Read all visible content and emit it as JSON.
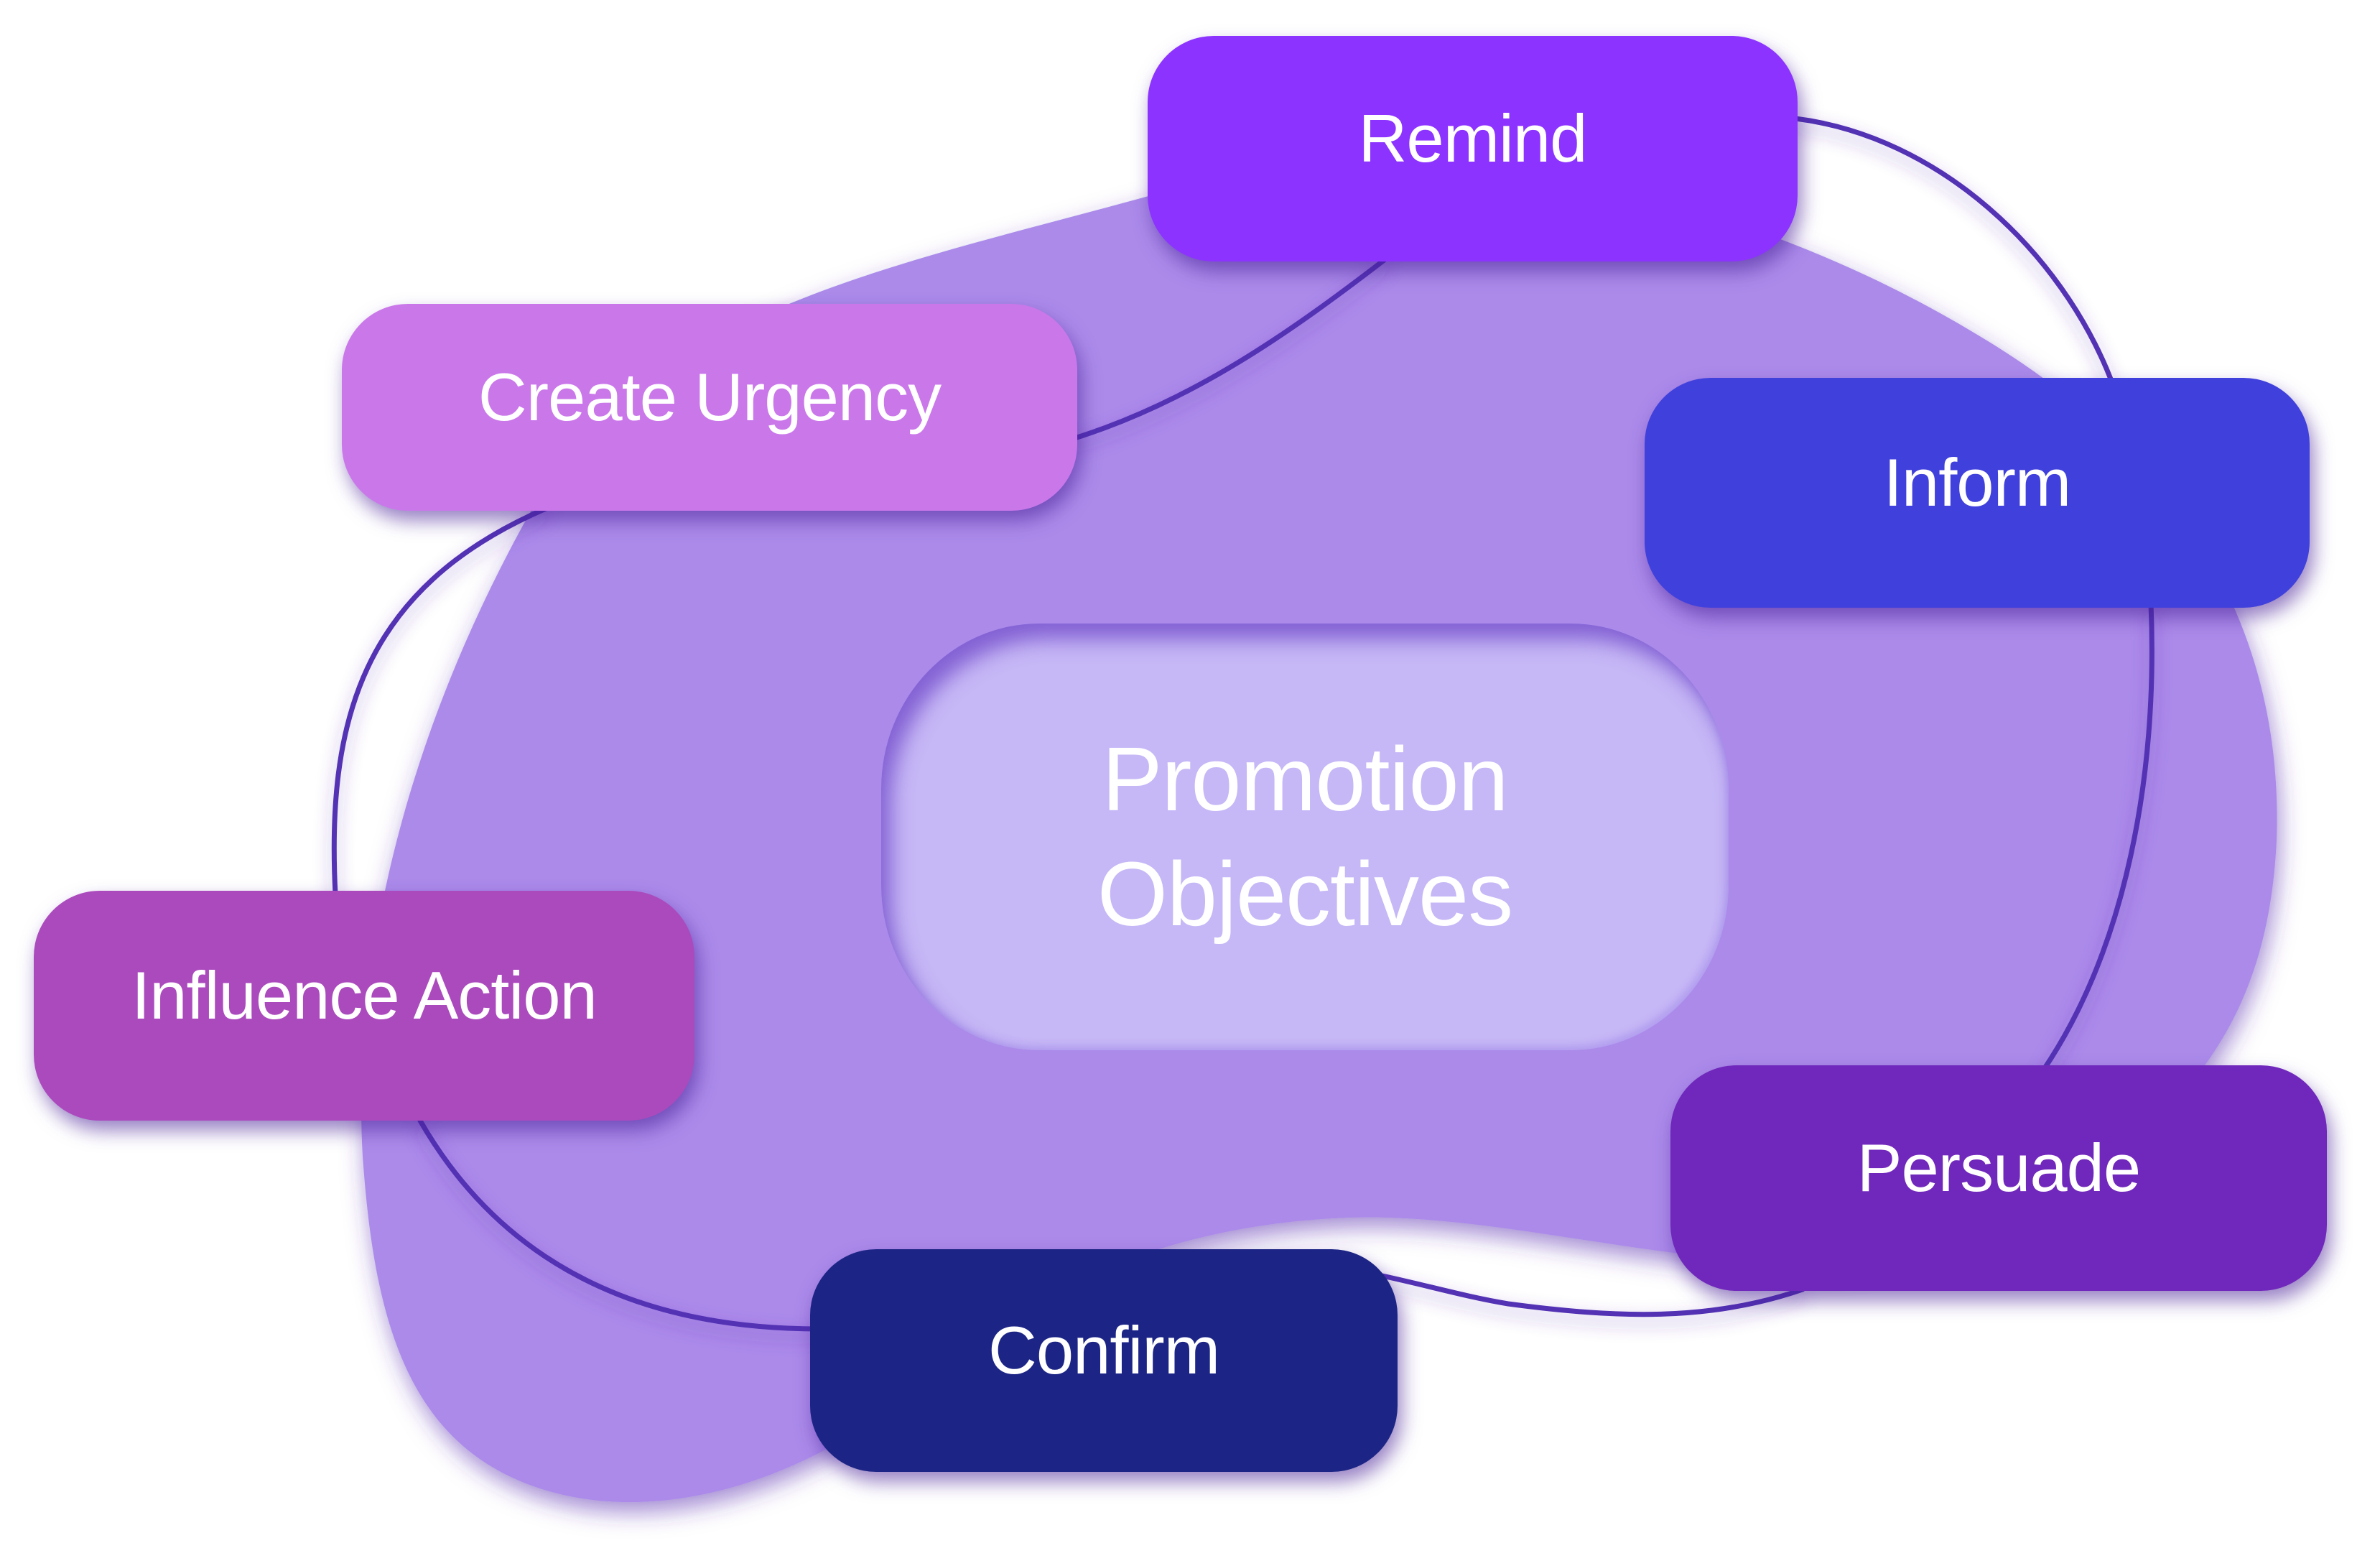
{
  "diagram": {
    "title": "Promotion Objectives",
    "center": {
      "line1": "Promotion",
      "line2": "Objectives",
      "fill": "#c6b7f6"
    },
    "background_blob_color": "#ab8aea",
    "connector_color": "#5330b4",
    "nodes": [
      {
        "id": "remind",
        "label": "Remind",
        "color": "#8c33ff"
      },
      {
        "id": "inform",
        "label": "Inform",
        "color": "#4040dc"
      },
      {
        "id": "persuade",
        "label": "Persuade",
        "color": "#7027bb"
      },
      {
        "id": "confirm",
        "label": "Confirm",
        "color": "#1c2585"
      },
      {
        "id": "influence",
        "label": "Influence Action",
        "color": "#ab4abd"
      },
      {
        "id": "urgency",
        "label": "Create Urgency",
        "color": "#ca77ea"
      }
    ],
    "connections": [
      [
        "remind",
        "inform"
      ],
      [
        "inform",
        "persuade"
      ],
      [
        "persuade",
        "confirm"
      ],
      [
        "confirm",
        "influence"
      ],
      [
        "influence",
        "urgency"
      ],
      [
        "urgency",
        "remind"
      ]
    ]
  }
}
